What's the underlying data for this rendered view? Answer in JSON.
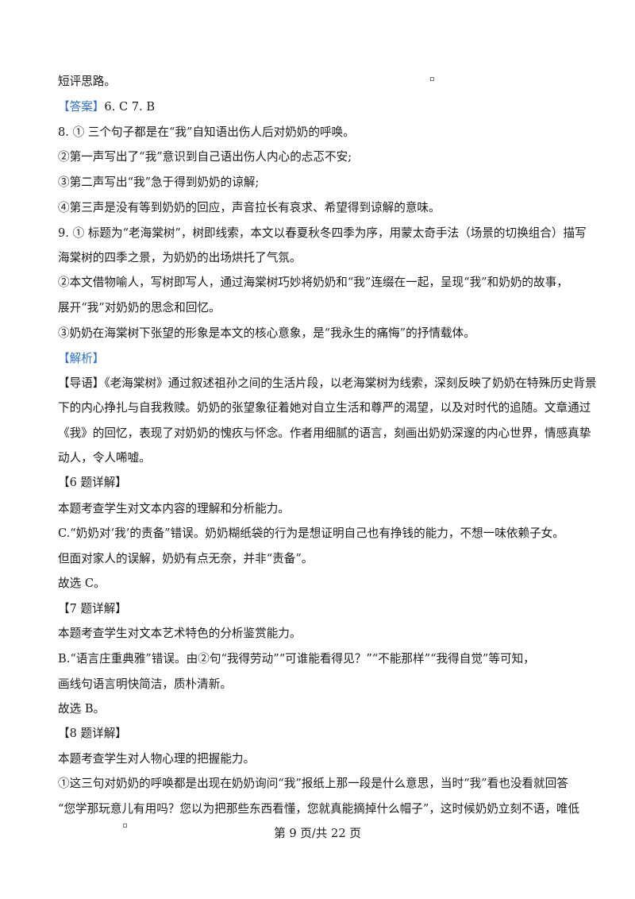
{
  "lines": [
    "短评思路。",
    "【答案】6. C        7. B",
    "8. ① 三个句子都是在“我”自知语出伤人后对奶奶的呼唤。",
    "②第一声写出了“我”意识到自己语出伤人内心的忐忑不安;",
    "③第二声写出“我”急于得到奶奶的谅解;",
    "④第三声是没有等到奶奶的回应，声音拉长有哀求、希望得到谅解的意味。",
    "9. ① 标题为“老海棠树”，树即线索，本文以春夏秋冬四季为序，用蒙太奇手法（场景的切换组合）描写",
    "海棠树的四季之景，为奶奶的出场烘托了气氛。",
    "②本文借物喻人，写树即写人，通过海棠树巧妙将奶奶和“我”连缀在一起，呈现“我”和奶奶的故事，",
    "展开“我”对奶奶的思念和回忆。",
    "③奶奶在海棠树下张望的形象是本文的核心意象，是“我永生的痛悔”的抒情载体。",
    "【解析】",
    "【导语】《老海棠树》通过叙述祖孙之间的生活片段，以老海棠树为线索，深刻反映了奶奶在特殊历史背景",
    "下的内心挣扎与自我救赎。奶奶的张望象征着她对自立生活和尊严的渴望，以及对时代的追随。文章通过",
    "《我》的回忆，表现了对奶奶的愧疚与怀念。作者用细腻的语言，刻画出奶奶深邃的内心世界，情感真挚",
    "动人，令人唏嘘。",
    "【6 题详解】",
    "本题考查学生对文本内容的理解和分析能力。",
    "C.“奶奶对‘我’的责备”错误。奶奶糊纸袋的行为是想证明自己也有挣钱的能力，不想一味依赖子女。",
    "但面对家人的误解，奶奶有点无奈，并非“责备”。",
    "故选  C。",
    "【7 题详解】",
    "本题考查学生对文本艺术特色的分析鉴赏能力。",
    "B.“语言庄重典雅”错误。由②句“我得劳动”“可谁能看得见？”“不能那样”“我得自觉”等可知，",
    "画线句语言明快简洁，质朴清新。",
    "故选  B。",
    "【8 题详解】",
    "本题考查学生对人物心理的把握能力。",
    "①这三句对奶奶的呼唤都是出现在奶奶询问“我”报纸上那一段是什么意思，当时“我”看也没看就回答",
    "“您学那玩意儿有用吗？您以为把那些东西看懂，您就真能摘掉什么帽子”，这时候奶奶立刻不语，唯低"
  ],
  "answer_label": "【答案】",
  "answer_text": "6. C        7. B",
  "analysis_label": "【解析】",
  "footer": "第  9 页/共  22 页",
  "colors": {
    "accent": "#2e6fd0",
    "text": "#1a1a1a"
  }
}
